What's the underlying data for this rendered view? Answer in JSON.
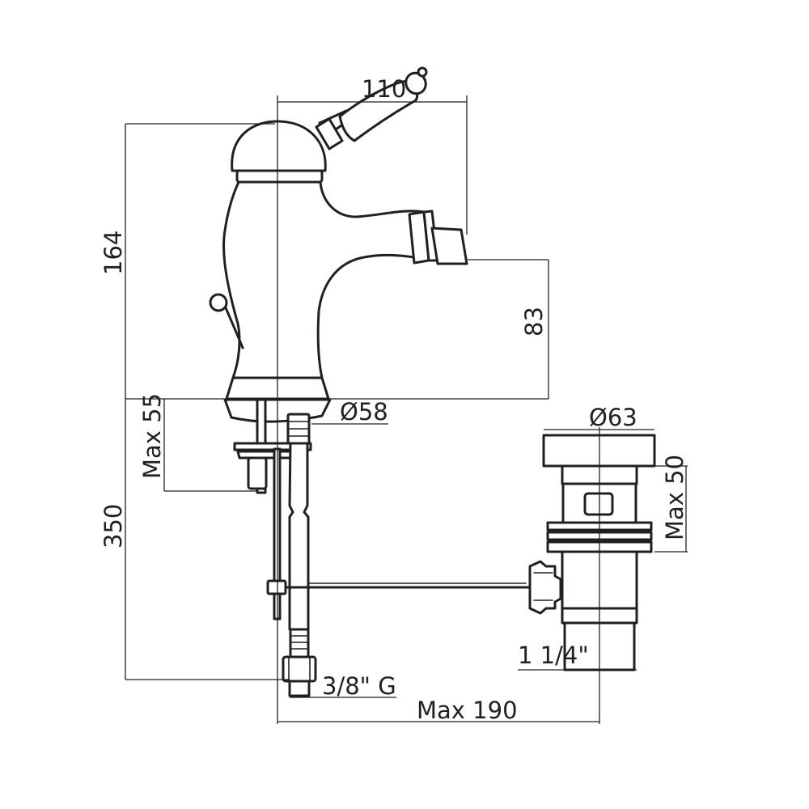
{
  "dimensions": {
    "handle_span": "110",
    "total_height": "164",
    "spout_height": "83",
    "base_diameter": "Ø58",
    "deck_max_thickness": "Max 55",
    "hose_length": "350",
    "waste_diameter": "Ø63",
    "waste_max": "Max 50",
    "waste_thread": "1 1/4\"",
    "supply_thread": "3/8\" G",
    "max_reach": "Max 190"
  }
}
